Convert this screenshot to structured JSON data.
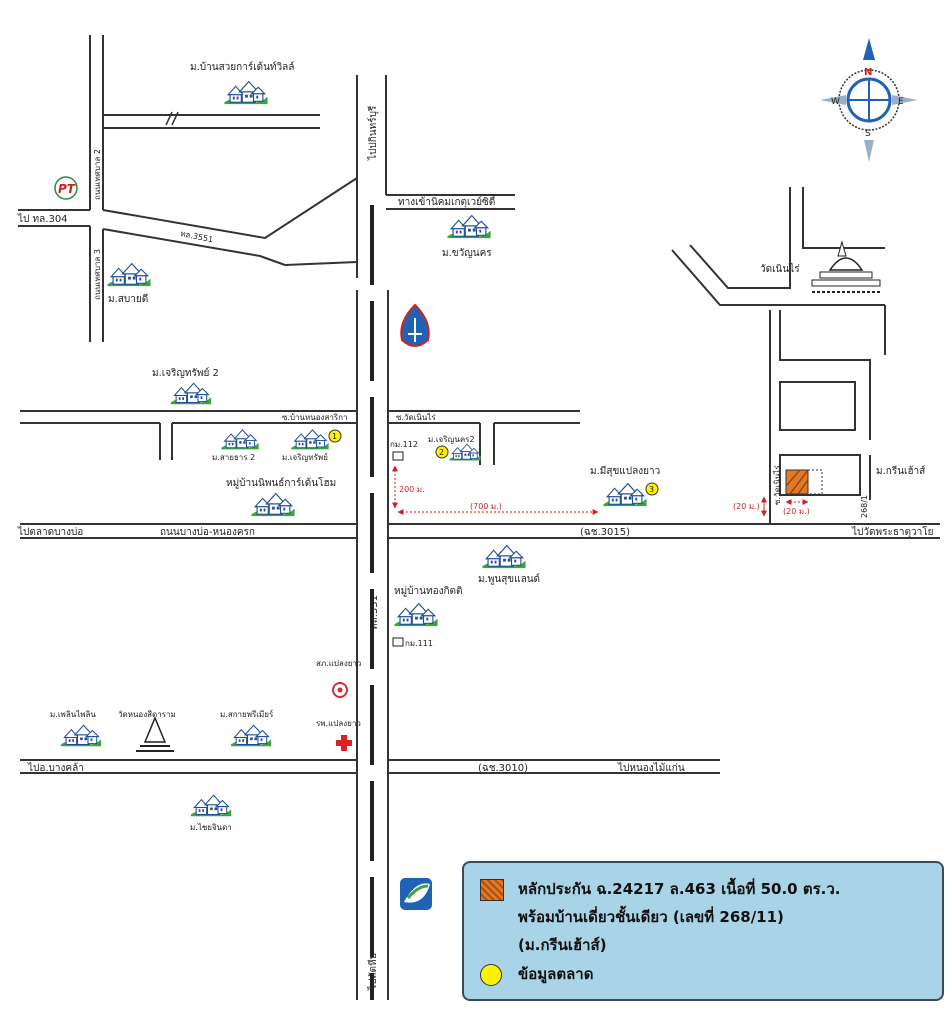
{
  "roads": {
    "to_prachinburi": "ไปปกินทร์บุรี",
    "to_304": "ไป ทล.304",
    "road_3551": "ทล.3551",
    "thetsaban2": "ถนนเทศบาล 2",
    "thetsaban3": "ถนนเทศบาล 3",
    "estate_entrance": "ทางเข้านิคมเกตุเวย์ซิตี้",
    "soi_ban_nong_sarika": "ซ.บ้านหนองสาริกา",
    "soi_wat_noen_rai": "ซ.วัดเนินไร่",
    "to_talat_bangbo": "ไปตลาดบางบ่อ",
    "bangbo_nongkhrok": "ถนนบางบ่อ-หนองครก",
    "road_3015": "(ฉช.3015)",
    "to_wat_phrathat": "ไปวัดพระธาตุวาโย",
    "road_331": "ทล.331",
    "to_bang_khla": "ไปอ.บางคล้า",
    "road_3010": "(ฉช.3010)",
    "to_nong_mai_kaen": "ไปหนองไม้แก่น",
    "to_sattahip": "ไปสัตหีบ",
    "soi_wat_noen_rai_side": "ซ.วัดเนินไร่",
    "house_no": "268/1"
  },
  "places": {
    "swiss_garden": "ม.บ้านสวยการ์เด้นท์วิลล์",
    "sabai_di": "ม.สบายดี",
    "khwanchai_nakhon": "ม.ขวัญนคร",
    "wat_noen_rai": "วัดเนินไร่",
    "charoen_sap2": "ม.เจริญทรัพย์ 2",
    "saithan2": "ม.สายธาร 2",
    "charoen_sap": "ม.เจริญทรัพย์",
    "charoen_nakhon2": "ม.เจริญนคร2",
    "misuk": "ม.มีสุขแปลงยาว",
    "green_house": "ม.กรีนเฮ้าส์",
    "niphon_garden": "หมู่บ้านนิพนธ์การ์เด้นโฮม",
    "phunsuk_land": "ม.พูนสุขแลนด์",
    "thong_kit": "หมู่บ้านทองกิตติ",
    "police": "สภ.แปลงยาว",
    "hospital": "รพ.แปลงยาว",
    "phloen_phailin": "ม.เพลินไพลิน",
    "wat_nong_sitaram": "วัดหนองสีดาราม",
    "sakai_premier": "ม.สกายพรีเมียร์",
    "chai_jinda": "ม.ไชยจินดา"
  },
  "markers": {
    "km112": "กม.112",
    "km111": "กม.111",
    "comp1": "1",
    "comp2": "2",
    "comp3": "3"
  },
  "distances": {
    "d200": "200 ม.",
    "d700": "(700 ม.)",
    "d20a": "(20 ม.)",
    "d20b": "(20 ม.)"
  },
  "compass": {
    "n": "N",
    "s": "S",
    "e": "E",
    "w": "W"
  },
  "brands": {
    "pt": "PT"
  },
  "legend": {
    "collateral_line1": "หลักประกัน ฉ.24217 ล.463 เนื้อที่ 50.0 ตร.ว.",
    "collateral_line2": "พร้อมบ้านเดี่ยวชั้นเดียว (เลขที่ 268/11)",
    "collateral_line3": "(ม.กรีนเฮ้าส์)",
    "market_data": "ข้อมูลตลาด"
  },
  "colors": {
    "road": "#333333",
    "village_green": "#3aa63a",
    "village_blue": "#1f4e96",
    "highlight": "#e07a25",
    "marker_yellow": "#fff200",
    "legend_bg": "#a9d3e6",
    "distance_red": "#cc2222"
  }
}
